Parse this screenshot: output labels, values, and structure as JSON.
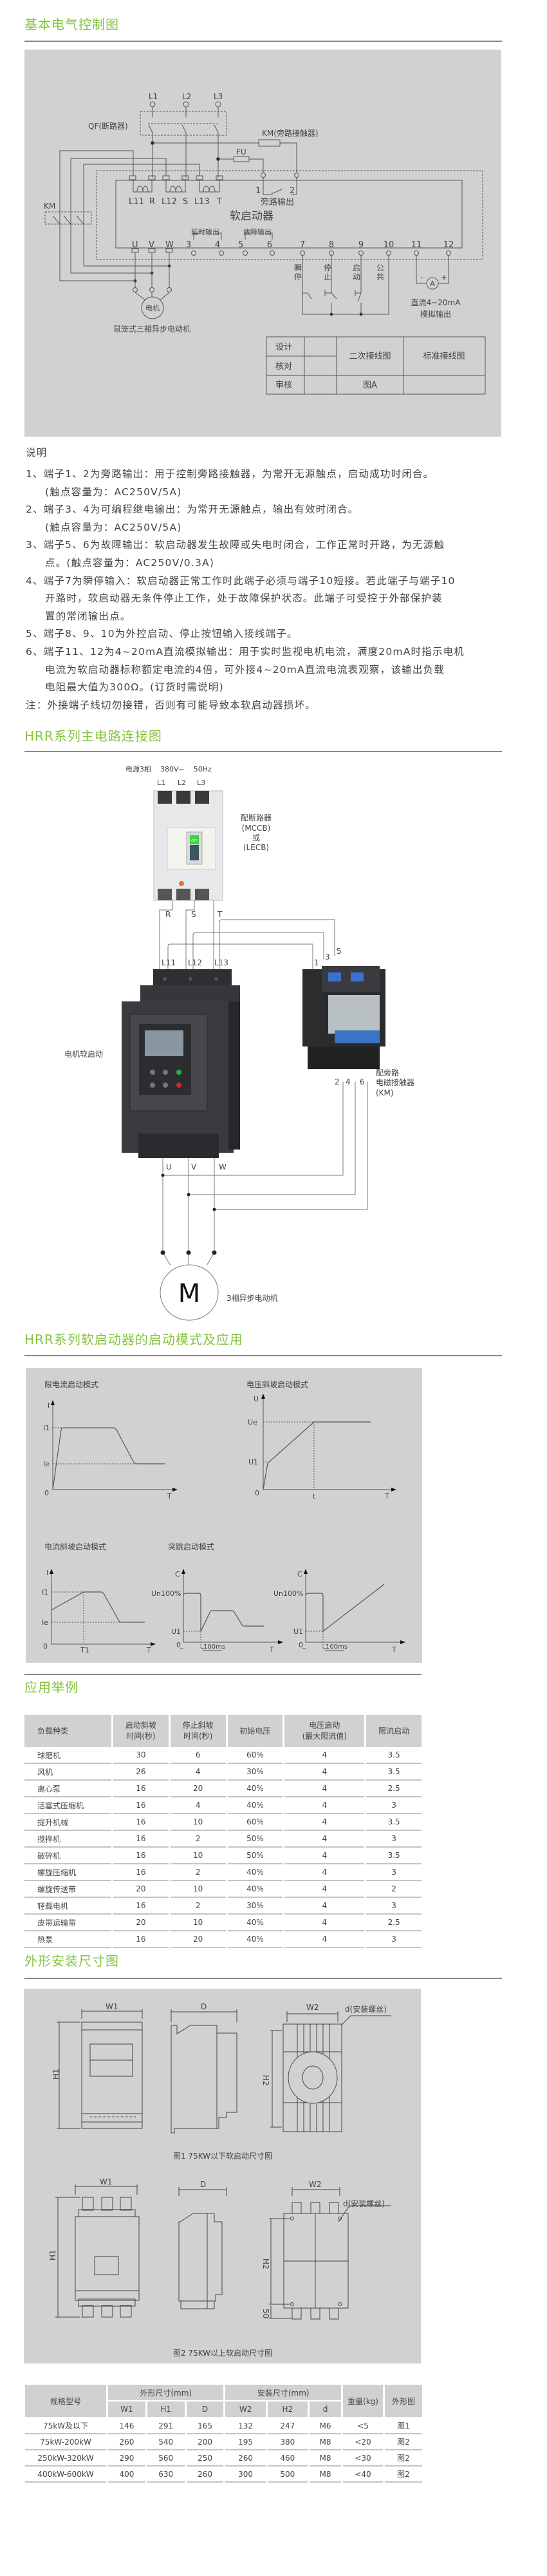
{
  "colors": {
    "heading": "#86c440",
    "panel": "#d1d1d1",
    "text": "#444444"
  },
  "control": {
    "title": "基本电气控制图",
    "labels": {
      "l1": "L1",
      "l2": "L2",
      "l3": "L3",
      "qf": "QF(断路器)",
      "km_bypass": "KM(旁路接触器)",
      "fu": "FU",
      "l11": "L11",
      "r": "R",
      "l12": "L12",
      "s": "S",
      "l13": "L13",
      "t": "T",
      "t1": "1",
      "t2": "2",
      "bypass_out": "旁路输出",
      "soft_starter": "软启动器",
      "delay_out": "延时输出",
      "fault_out": "故障输出",
      "u": "U",
      "v": "V",
      "w": "W",
      "terminals": [
        "3",
        "4",
        "5",
        "6",
        "7",
        "8",
        "9",
        "10",
        "11",
        "12"
      ],
      "km": "KM",
      "motor": "电机",
      "motor_desc": "鼠笼式三相异步电动机",
      "emergency_stop": [
        "瞬",
        "停"
      ],
      "stop": [
        "停",
        "止"
      ],
      "start": [
        "启",
        "动"
      ],
      "common": [
        "公",
        "共"
      ],
      "ammeter": "A",
      "minus": "-",
      "plus": "+",
      "analog_out": [
        "直流4~20mA",
        "模拟输出"
      ]
    },
    "title_block": {
      "design": "设计",
      "check": "核对",
      "review": "审核",
      "secondary": "二次接线图",
      "standard": "标准接线图",
      "figure": "图A"
    }
  },
  "notes": {
    "heading": "说明",
    "items": [
      [
        "1、端子1、2为旁路输出：用于控制旁路接触器，为常开无源触点，启动成功时闭合。",
        "(触点容量为：AC250V/5A)"
      ],
      [
        "2、端子3、4为可编程继电输出：为常开无源触点，输出有效时闭合。",
        "(触点容量为：AC250V/5A)"
      ],
      [
        "3、端子5、6为故障输出：软启动器发生故障或失电时闭合，工作正常时开路，为无源触",
        "点。(触点容量为：AC250V/0.3A)"
      ],
      [
        "4、端子7为瞬停输入：软启动器正常工作时此端子必须与端子10短接。若此端子与端子10",
        "开路时，软启动器无条件停止工作，处于故障保护状态。此端子可受控于外部保护装",
        "置的常闭输出点。"
      ],
      [
        "5、端子8、9、10为外控启动、停止按钮输入接线端子。"
      ],
      [
        "6、端子11、12为4~20mA直流模拟输出：用于实时监视电机电流，满度20mA时指示电机",
        "电流为软启动器标称额定电流的4倍，可外接4~20mA直流电流表观察，该输出负载",
        "电阻最大值为300Ω。(订货时需说明)"
      ],
      [
        "注：外接端子线切勿接错，否则有可能导致本软启动器损坏。"
      ]
    ]
  },
  "main_circuit": {
    "title": "HRR系列主电路连接图",
    "power": "电源3相    380V~    50Hz",
    "l1": "L1",
    "l2": "L2",
    "l3": "L3",
    "breaker": [
      "配断路器",
      "(MCCB)",
      "或",
      "(LECB)"
    ],
    "r": "R",
    "s": "S",
    "t": "T",
    "l11": "L11",
    "l12": "L12",
    "l13": "L13",
    "starter_label": "电机软启动",
    "k1": "1",
    "k3": "3",
    "k5": "5",
    "k2": "2",
    "k4": "4",
    "k6": "6",
    "contactor": [
      "配旁路",
      "电磁接触器",
      "(KM)"
    ],
    "u": "U",
    "v": "V",
    "w": "W",
    "motor": "M",
    "motor_desc": "3相异步电动机",
    "breaker_switch": "OFF"
  },
  "start_modes": {
    "title": "HRR系列软启动器的启动模式及应用",
    "current_limit": {
      "title": "限电流启动模式",
      "y": "I",
      "i1": "I1",
      "ie": "Ie",
      "o": "0",
      "x": "T"
    },
    "voltage_ramp": {
      "title": "电压斜坡启动模式",
      "y": "U",
      "ue": "Ue",
      "u1": "U1",
      "o": "0",
      "t": "t",
      "x": "T"
    },
    "current_ramp": {
      "title": "电流斜坡启动模式",
      "y": "I",
      "i1": "I1",
      "ie": "Ie",
      "o": "0",
      "t1": "T1",
      "x": "T"
    },
    "kick": {
      "title": "突跳启动模式",
      "y": "C",
      "un": "Un100%",
      "u1": "U1",
      "o": "0",
      "ms": "100ms",
      "x": "T"
    },
    "kick2": {
      "y": "C",
      "un": "Un100%",
      "u1": "U1",
      "o": "0",
      "ms": "100ms",
      "x": "T"
    }
  },
  "applications": {
    "title": "应用举例",
    "headers": [
      "负载种类",
      "启动斜坡\n时间(秒)",
      "停止斜坡\n时间(秒)",
      "初始电压",
      "电压启动\n(最大限流值)",
      "限流启动"
    ],
    "rows": [
      [
        "球磨机",
        "30",
        "6",
        "60%",
        "4",
        "3.5"
      ],
      [
        "风机",
        "26",
        "4",
        "30%",
        "4",
        "3.5"
      ],
      [
        "离心泵",
        "16",
        "20",
        "40%",
        "4",
        "2.5"
      ],
      [
        "活塞式压缩机",
        "16",
        "4",
        "40%",
        "4",
        "3"
      ],
      [
        "提升机械",
        "16",
        "10",
        "60%",
        "4",
        "3.5"
      ],
      [
        "搅拌机",
        "16",
        "2",
        "50%",
        "4",
        "3"
      ],
      [
        "破碎机",
        "16",
        "10",
        "50%",
        "4",
        "3.5"
      ],
      [
        "螺旋压缩机",
        "16",
        "2",
        "40%",
        "4",
        "3"
      ],
      [
        "螺旋传送带",
        "20",
        "10",
        "40%",
        "4",
        "2"
      ],
      [
        "轻载电机",
        "16",
        "2",
        "30%",
        "4",
        "3"
      ],
      [
        "皮带运输带",
        "20",
        "10",
        "40%",
        "4",
        "2.5"
      ],
      [
        "热泵",
        "16",
        "20",
        "40%",
        "4",
        "3"
      ]
    ]
  },
  "dimensions": {
    "title": "外形安装尺寸图",
    "fig1": {
      "w1": "W1",
      "h1": "H1",
      "d": "D",
      "w2": "W2",
      "h2": "H2",
      "screw": "d(安装螺丝)",
      "caption": "图1  75KW以下软启动尺寸图"
    },
    "fig2": {
      "w1": "W1",
      "h1": "H1",
      "d": "D",
      "w2": "W2",
      "h2": "H2",
      "screw": "d(安装螺丝)",
      "fifty": "50",
      "caption": "图2  75KW以上软启动尺寸图"
    },
    "table": {
      "model": "规格型号",
      "outline": "外形尺寸(mm)",
      "install": "安装尺寸(mm)",
      "weight": "重量(kg)",
      "figure": "外形图",
      "sub": [
        "W1",
        "H1",
        "D",
        "W2",
        "H2",
        "d"
      ],
      "rows": [
        [
          "75kW及以下",
          "146",
          "291",
          "165",
          "132",
          "247",
          "M6",
          "<5",
          "图1"
        ],
        [
          "75kW-200kW",
          "260",
          "540",
          "200",
          "195",
          "380",
          "M8",
          "<20",
          "图2"
        ],
        [
          "250kW-320kW",
          "290",
          "560",
          "250",
          "260",
          "460",
          "M8",
          "<30",
          "图2"
        ],
        [
          "400kW-600kW",
          "400",
          "630",
          "260",
          "300",
          "500",
          "M8",
          "<40",
          "图2"
        ]
      ]
    }
  }
}
